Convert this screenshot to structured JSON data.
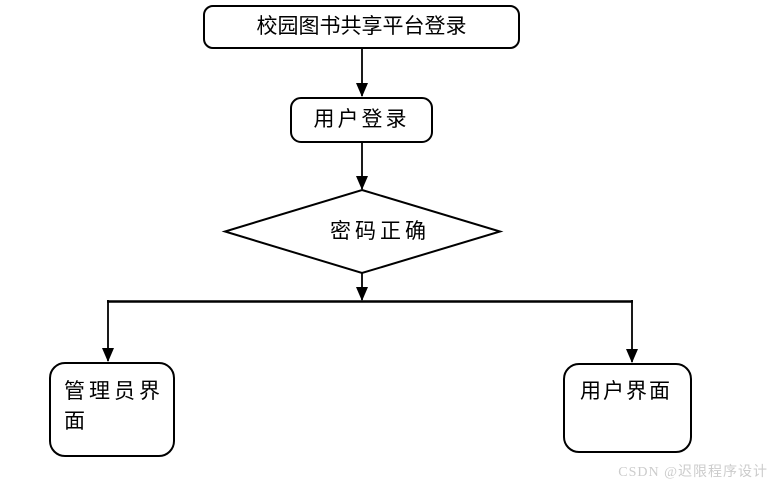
{
  "flowchart": {
    "nodes": {
      "start": {
        "label": "校园图书共享平台登录",
        "shape": "rounded-rect"
      },
      "login": {
        "label": "用户登录",
        "shape": "rounded-rect"
      },
      "decision": {
        "label": "密码正确",
        "shape": "diamond"
      },
      "admin": {
        "label": "管理员界面",
        "shape": "rounded-rect"
      },
      "user": {
        "label": "用户界面",
        "shape": "rounded-rect"
      }
    },
    "edges": [
      {
        "from": "start",
        "to": "login"
      },
      {
        "from": "login",
        "to": "decision"
      },
      {
        "from": "decision",
        "to": "admin"
      },
      {
        "from": "decision",
        "to": "user"
      }
    ],
    "colors": {
      "stroke": "#000000",
      "node_fill": "#ffffff",
      "background": "#ffffff",
      "watermark_text": "#cccccc"
    },
    "watermark": "CSDN @迟限程序设计"
  }
}
